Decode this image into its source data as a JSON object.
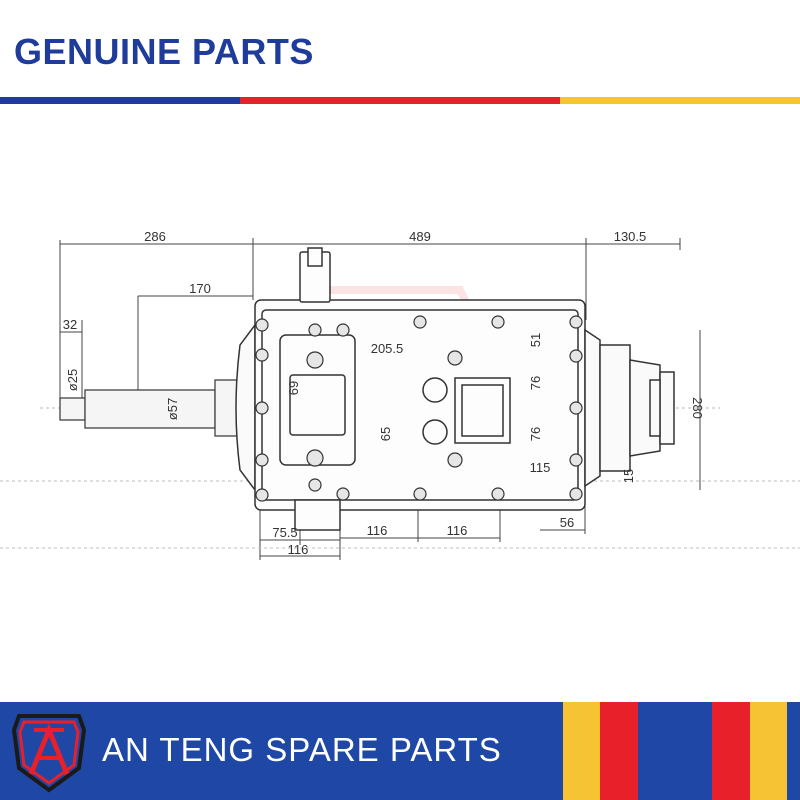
{
  "header": {
    "title": "GENUINE PARTS",
    "stripe_colors": [
      "#1f3c9a",
      "#e8202a",
      "#f5c334"
    ]
  },
  "drawing": {
    "dimensions": {
      "d286": "286",
      "d489": "489",
      "d1305": "130.5",
      "d170": "170",
      "d32": "32",
      "d25": "ø25",
      "d57": "ø57",
      "d2055": "205.5",
      "d51": "51",
      "d76a": "76",
      "d76b": "76",
      "d69": "69",
      "d65": "65",
      "d115": "115",
      "d280": "280",
      "d15": "15",
      "d56": "56",
      "d755": "75.5",
      "d116a": "116",
      "d116b": "116",
      "d116c": "116"
    },
    "watermark_letter": "A"
  },
  "footer": {
    "company_name": "AN TENG SPARE PARTS",
    "background_color": "#1f47a6",
    "band_colors": [
      "#f5c334",
      "#e8202a",
      "#1f47a6",
      "#e8202a",
      "#f5c334"
    ]
  },
  "logo": {
    "icon": "shield-a-logo-icon"
  }
}
